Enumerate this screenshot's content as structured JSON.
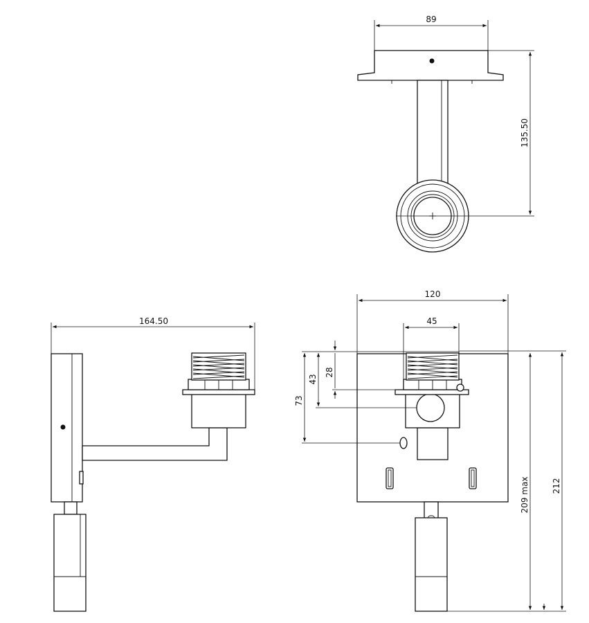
{
  "dimensions": {
    "top_width": "89",
    "top_height": "135.50",
    "side_width": "164.50",
    "front_width": "120",
    "front_socket_width": "45",
    "front_43": "43",
    "front_28": "28",
    "front_73": "73",
    "front_209": "209 max",
    "front_212": "212"
  },
  "colors": {
    "line": "#111111",
    "background": "#ffffff"
  }
}
